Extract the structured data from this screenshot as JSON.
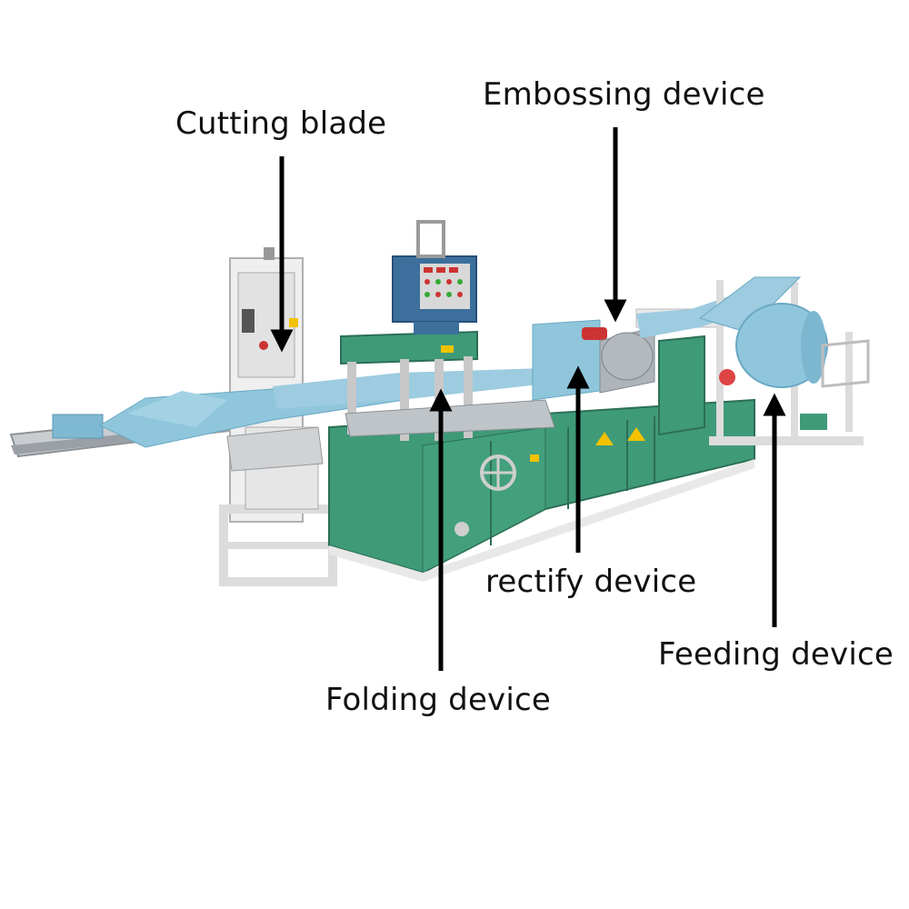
{
  "labels": {
    "cutting_blade": "Cutting blade",
    "embossing_device": "Embossing device",
    "rectify_device": "rectify device",
    "feeding_device": "Feeding device",
    "folding_device": "Folding device"
  },
  "colors": {
    "machine_green": "#3f9a78",
    "machine_green_dark": "#2f7a5e",
    "frame_white": "#ececec",
    "steel": "#b9bec2",
    "paper_blue": "#8fc6dc",
    "control_box_blue": "#3d6f9c",
    "arrow": "#000000"
  }
}
